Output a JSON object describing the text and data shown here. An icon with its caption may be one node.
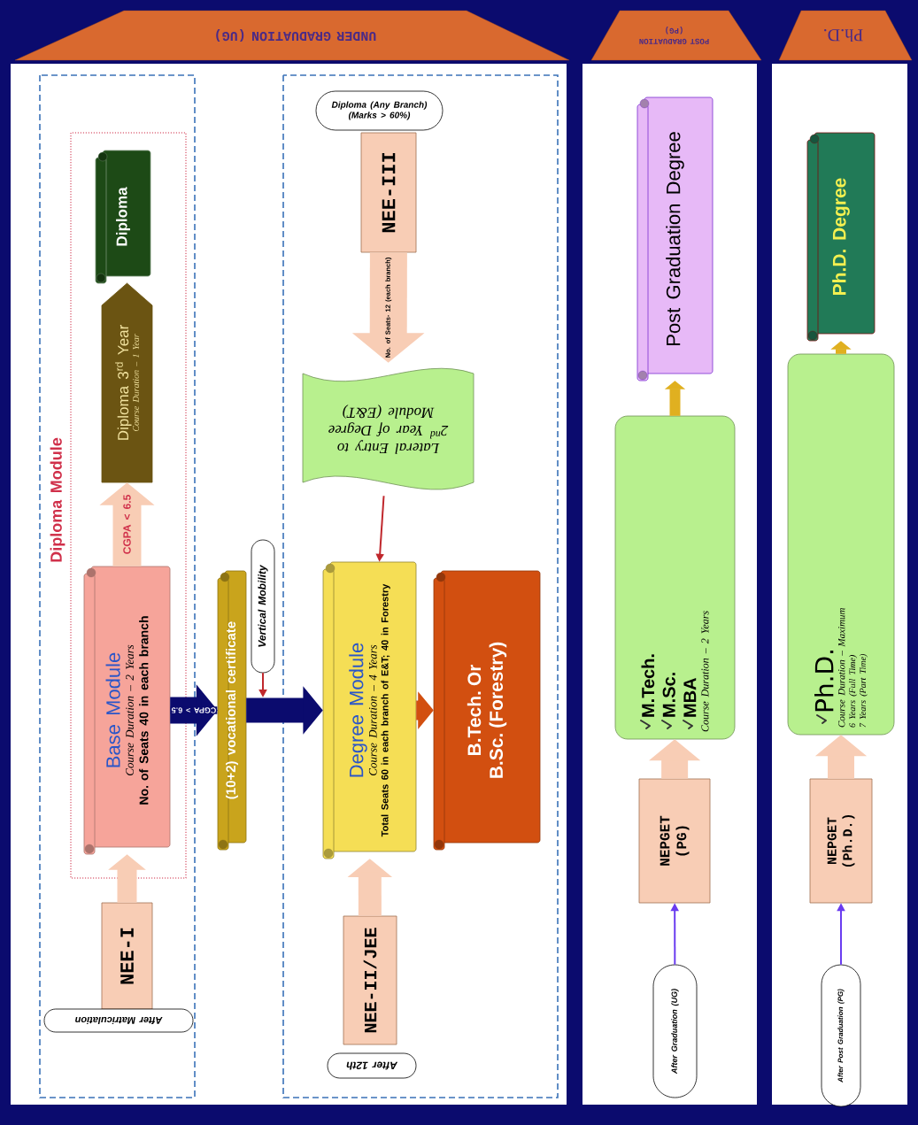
{
  "diagram": {
    "nodes": [
      {
        "text": [
          "UNDER GRADUATION (UG)"
        ]
      },
      {
        "text": [
          "POST GRADUATION (PG)"
        ]
      },
      {
        "text": [
          "Ph.D."
        ]
      },
      {
        "text": [],
        "shape": "box",
        "in": 0
      },
      {
        "text": [
          "Diploma Module"
        ],
        "in": 3
      },
      {
        "text": [
          "Diploma"
        ],
        "in": 4
      },
      {
        "text": [
          "Diploma 3$^{rd}$ Year",
          "Course Duration – 1 Year"
        ],
        "in": 4
      },
      {
        "text": [
          "Base Module",
          "Course Duration – 2 Years",
          "No. of Seats 40 in each branch"
        ],
        "in": 4
      },
      {
        "text": [
          "NEE-I"
        ],
        "in": 3
      },
      {
        "text": [
          "After Matriculation"
        ],
        "in": 3
      },
      {
        "text": [
          "(10+2) vocational certificate"
        ],
        "in": 0
      },
      {
        "text": [
          "Vertical Mobility"
        ],
        "in": 0
      },
      {
        "text": [],
        "shape": "box",
        "in": 0
      },
      {
        "text": [
          "Diploma (Any Branch) (Marks > 60%)"
        ],
        "in": 12
      },
      {
        "text": [
          "NEE-III"
        ],
        "in": 12
      },
      {
        "text": [
          "Lateral Entry to 2$^{nd}$ Year of Degree Module (E&T)"
        ],
        "in": 12
      },
      {
        "text": [
          "Degree Module",
          "Course Duration – 4 Years",
          "Total Seats 60 in each branch of E&T; 40 in Forestry"
        ],
        "in": 12
      },
      {
        "text": [
          "B.Tech. Or B.Sc. (Forestry)"
        ],
        "in": 12
      },
      {
        "text": [
          "NEE-II/JEE"
        ],
        "in": 12
      },
      {
        "text": [
          "After 12th"
        ],
        "in": 12
      },
      {
        "text": [
          "NEPGET (PG)"
        ],
        "in": 1
      },
      {
        "text": [
          "After Graduation (UG)"
        ],
        "in": 1
      },
      {
        "text": [
          "M.Tech.",
          "M.Sc.",
          "MBA",
          "Course Duration – 2 Years"
        ],
        "in": 1
      },
      {
        "text": [
          "Post Graduation Degree"
        ],
        "in": 1
      },
      {
        "text": [
          "NEPGET (Ph.D.)"
        ],
        "in": 2
      },
      {
        "text": [
          "After Post Graduation (PG)"
        ],
        "in": 2
      },
      {
        "text": [
          "Ph.D.",
          "Course Duration – Maximum",
          "6 Years (Full Time)",
          "7 Years (Part Time)"
        ],
        "in": 2
      },
      {
        "text": [
          "Ph.D. Degree"
        ],
        "in": 2
      }
    ],
    "edges": [
      {
        "from": 8,
        "to": 7,
        "arrow": "to"
      },
      {
        "from": 7,
        "to": 6,
        "arrow": "to",
        "label": "CGPA < 6.5"
      },
      {
        "from": 7,
        "to": 10,
        "arrow": "to",
        "color": "#0b0b6e",
        "label": "CGPA > 6.5"
      },
      {
        "from": 10,
        "to": 16,
        "arrow": "to",
        "color": "#0b0b6e"
      },
      {
        "from": 11,
        "to": null,
        "arrow": "to",
        "color": "#c0282d"
      },
      {
        "from": 14,
        "to": 15,
        "arrow": "to",
        "style": "thick",
        "label": "No. of Seats- 12 (each branch)"
      },
      {
        "from": 15,
        "to": 16,
        "arrow": "to",
        "color": "#c0282d"
      },
      {
        "from": 18,
        "to": 16,
        "arrow": "to"
      },
      {
        "from": 16,
        "to": 17,
        "arrow": "to",
        "color": "#d24f10"
      },
      {
        "from": 21,
        "to": 20,
        "arrow": "to",
        "color": "#6a3cf0"
      },
      {
        "from": 20,
        "to": 22,
        "arrow": "to"
      },
      {
        "from": 22,
        "to": 23,
        "arrow": "to",
        "color": "#e0b020"
      },
      {
        "from": 25,
        "to": 24,
        "arrow": "to",
        "color": "#6a3cf0"
      },
      {
        "from": 24,
        "to": 26,
        "arrow": "to"
      },
      {
        "from": 26,
        "to": 27,
        "arrow": "to",
        "color": "#e0b020"
      }
    ]
  }
}
